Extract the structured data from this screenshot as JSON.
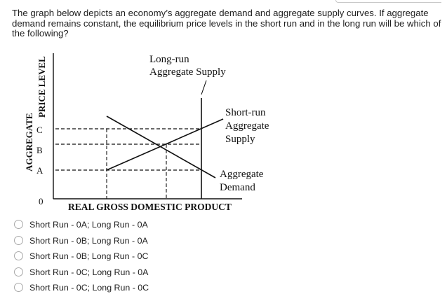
{
  "question": {
    "text": "The graph below depicts an economy’s aggregate demand and aggregate supply curves. If aggregate demand remains constant, the equilibrium price levels in the short run and in the long run will be which of the following?"
  },
  "graph": {
    "y_axis_label_line1": "AGGREGATE",
    "y_axis_label_line2": "PRICE LEVEL",
    "x_axis_label": "REAL GROSS DOMESTIC PRODUCT",
    "origin_label": "0",
    "price_levels": [
      "C",
      "B",
      "A"
    ],
    "lras_label_line1": "Long-run",
    "lras_label_line2": "Aggregate Supply",
    "sras_label_line1": "Short-run",
    "sras_label_line2": "Aggregate",
    "sras_label_line3": "Supply",
    "ad_label_line1": "Aggregate",
    "ad_label_line2": "Demand"
  },
  "options": [
    {
      "label": "Short Run - 0A; Long Run - 0A"
    },
    {
      "label": "Short Run - 0B; Long Run - 0A"
    },
    {
      "label": "Short Run - 0B; Long Run - 0C"
    },
    {
      "label": "Short Run - 0C; Long Run - 0A"
    },
    {
      "label": "Short Run - 0C; Long Run - 0C"
    }
  ]
}
